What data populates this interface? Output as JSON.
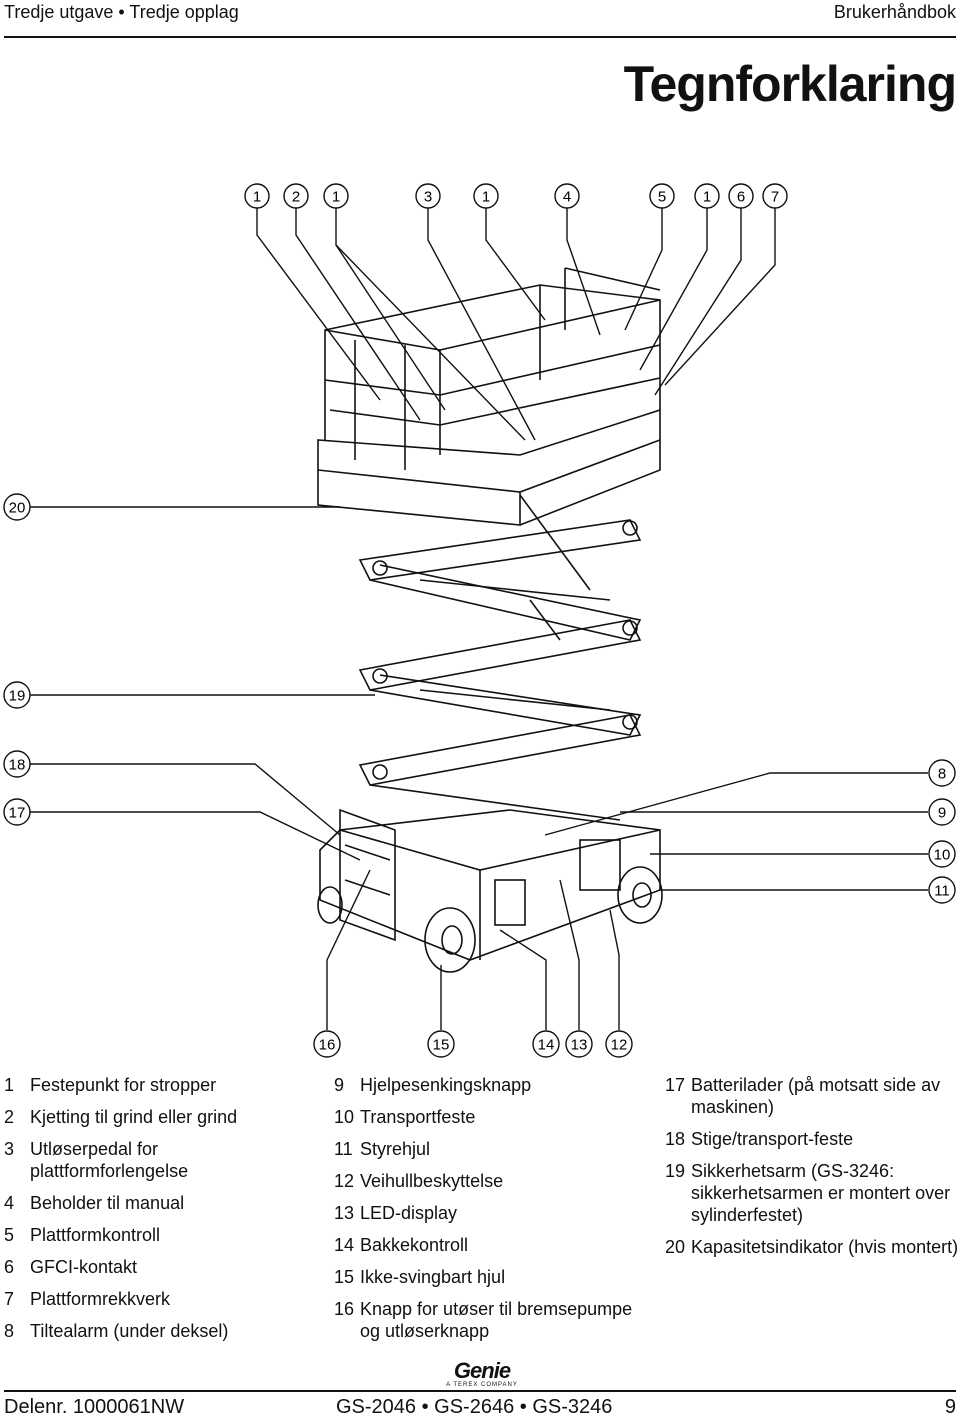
{
  "header": {
    "edition": "Tredje utgave • Tredje opplag",
    "manual": "Brukerhåndbok"
  },
  "page_title": "Tegnforklaring",
  "callouts_top": [
    "1",
    "2",
    "1",
    "3",
    "1",
    "4",
    "5",
    "1",
    "6",
    "7"
  ],
  "callouts_left": [
    "20",
    "19",
    "18",
    "17"
  ],
  "callouts_right": [
    "8",
    "9",
    "10",
    "11"
  ],
  "callouts_bottom": [
    "16",
    "15",
    "14",
    "13",
    "12"
  ],
  "legend": {
    "col1": [
      {
        "num": "1",
        "text": "Festepunkt for stropper"
      },
      {
        "num": "2",
        "text": "Kjetting til grind eller grind"
      },
      {
        "num": "3",
        "text": "Utløserpedal for plattformforlengelse"
      },
      {
        "num": "4",
        "text": "Beholder til manual"
      },
      {
        "num": "5",
        "text": "Plattformkontroll"
      },
      {
        "num": "6",
        "text": "GFCI-kontakt"
      },
      {
        "num": "7",
        "text": "Plattformrekkverk"
      },
      {
        "num": "8",
        "text": "Tiltealarm (under deksel)"
      }
    ],
    "col2": [
      {
        "num": "9",
        "text": "Hjelpesenkingsknapp"
      },
      {
        "num": "10",
        "text": "Transportfeste"
      },
      {
        "num": "11",
        "text": "Styrehjul"
      },
      {
        "num": "12",
        "text": "Veihullbeskyttelse"
      },
      {
        "num": "13",
        "text": "LED-display"
      },
      {
        "num": "14",
        "text": "Bakkekontroll"
      },
      {
        "num": "15",
        "text": "Ikke-svingbart hjul"
      },
      {
        "num": "16",
        "text": "Knapp for utøser til bremsepumpe og utløserknapp"
      }
    ],
    "col3": [
      {
        "num": "17",
        "text": "Batterilader (på motsatt side av maskinen)"
      },
      {
        "num": "18",
        "text": "Stige/transport-feste"
      },
      {
        "num": "19",
        "text": "Sikkerhetsarm (GS-3246: sikkerhetsarmen er montert over sylinderfestet)"
      },
      {
        "num": "20",
        "text": "Kapasitetsindikator (hvis montert)"
      }
    ]
  },
  "logo": {
    "brand": "Genie",
    "sub": "A TEREX COMPANY"
  },
  "footer": {
    "part_number": "Delenr. 1000061NW",
    "models": "GS-2046 • GS-2646 • GS-3246",
    "page": "9"
  }
}
